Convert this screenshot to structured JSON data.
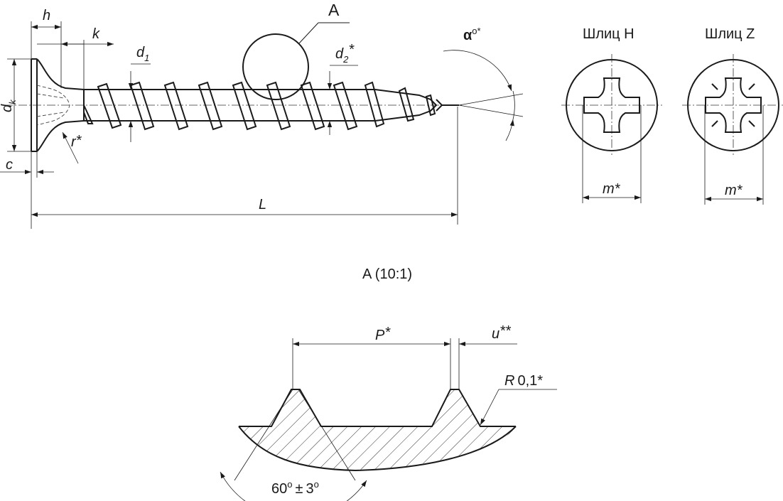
{
  "screw": {
    "h": "h",
    "k": "k",
    "d1": "d",
    "d1_sub": "1",
    "d2": "d",
    "d2_sub": "2",
    "d2_star": "*",
    "dk": "d",
    "dk_sub": "k",
    "r": "r",
    "r_star": "*",
    "c": "c",
    "L": "L",
    "alpha": "α",
    "alpha_sup": "o*",
    "view_A": "A"
  },
  "recess_h": {
    "title": "Шлиц Н",
    "m": "m*"
  },
  "recess_z": {
    "title": "Шлиц Z",
    "m": "m*"
  },
  "detail": {
    "title": "A (10:1)",
    "P": "P",
    "P_star": "*",
    "u": "u",
    "u_star": "**",
    "R": "R",
    "R_val": "0,1*",
    "angle": "60",
    "angle_sup": "o",
    "pm": "±",
    "tol": "3",
    "tol_sup": "o"
  }
}
